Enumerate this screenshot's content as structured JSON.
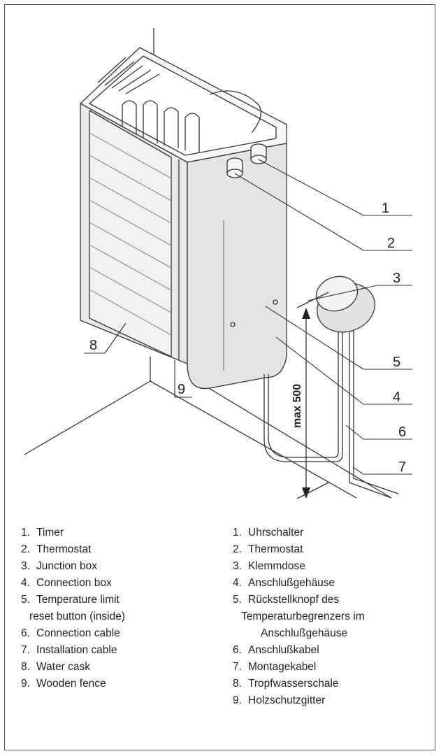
{
  "callouts": {
    "c1": "1",
    "c2": "2",
    "c3": "3",
    "c4": "4",
    "c5": "5",
    "c6": "6",
    "c7": "7",
    "c8": "8",
    "c9": "9"
  },
  "dimension_label": "max 500",
  "legend_en": [
    {
      "num": "1.",
      "text": "Timer"
    },
    {
      "num": "2.",
      "text": "Thermostat"
    },
    {
      "num": "3.",
      "text": "Junction box"
    },
    {
      "num": "4.",
      "text": "Connection box"
    },
    {
      "num": "5.",
      "text": "Temperature limit",
      "cont": "reset button (inside)"
    },
    {
      "num": "6.",
      "text": "Connection cable"
    },
    {
      "num": "7.",
      "text": "Installation cable"
    },
    {
      "num": "8.",
      "text": "Water cask"
    },
    {
      "num": "9.",
      "text": "Wooden fence"
    }
  ],
  "legend_de": [
    {
      "num": "1.",
      "text": "Uhrschalter"
    },
    {
      "num": "2.",
      "text": "Thermostat"
    },
    {
      "num": "3.",
      "text": "Klemmdose"
    },
    {
      "num": "4.",
      "text": "Anschlußgehäuse"
    },
    {
      "num": "5.",
      "text": "Rückstellknopf des",
      "cont": "Temperaturbegrenzers im",
      "cont2": "Anschlußgehäuse"
    },
    {
      "num": "6.",
      "text": "Anschlußkabel"
    },
    {
      "num": "7.",
      "text": "Montagekabel"
    },
    {
      "num": "8.",
      "text": "Tropfwasserschale"
    },
    {
      "num": "9.",
      "text": "Holzschutzgitter"
    }
  ]
}
